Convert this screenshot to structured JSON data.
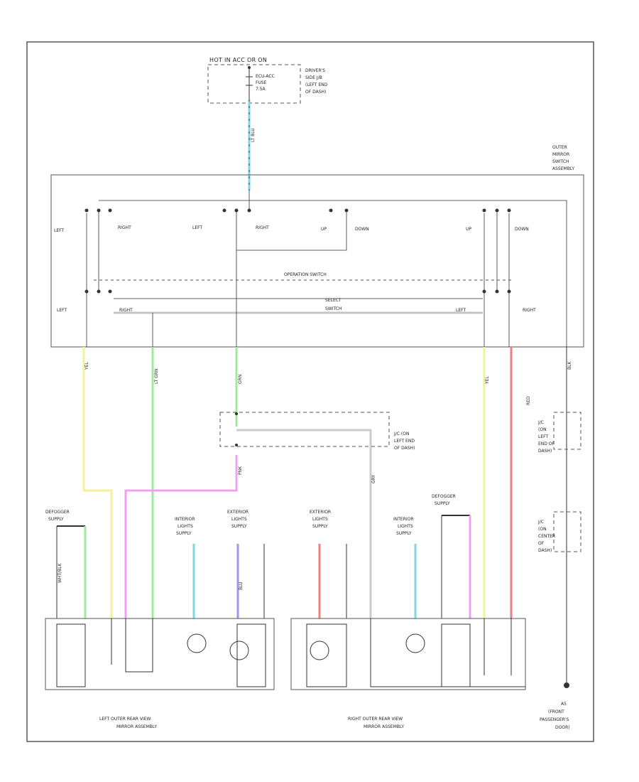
{
  "power_box": {
    "title": "HOT IN ACC OR ON",
    "fuse_lines": [
      "ECU-ACC",
      "FUSE",
      "7.5A"
    ],
    "location_lines": [
      "DRIVER'S",
      "SIDE J/B",
      "(LEFT END",
      "OF DASH)"
    ]
  },
  "switch_assembly": {
    "title_lines": [
      "OUTER",
      "MIRROR",
      "SWITCH",
      "ASSEMBLY"
    ],
    "top_labels": [
      "LEFT",
      "RIGHT",
      "LEFT",
      "RIGHT",
      "UP",
      "DOWN",
      "UP",
      "DOWN"
    ],
    "operation_switch": "OPERATION SWITCH",
    "select_switch_lines": [
      "SELECT",
      "SWITCH"
    ],
    "bottom_labels": [
      "LEFT",
      "RIGHT",
      "LEFT",
      "RIGHT"
    ]
  },
  "wire_codes": [
    "YEL",
    "LT GRN",
    "GRN",
    "YEL",
    "RED",
    "BLK",
    "PNK",
    "WHT/BLK",
    "BLU",
    "LT BLU",
    "GRY"
  ],
  "junction_left": [
    "J/C (ON",
    "LEFT END",
    "OF DASH)"
  ],
  "junction_right": [
    "J/C",
    "(ON",
    "LEFT",
    "END OF",
    "DASH)"
  ],
  "junction_center": [
    "J/C",
    "(ON",
    "CENTER",
    "OF",
    "DASH)"
  ],
  "supply_labels": [
    [
      "DEFOGGER",
      "SUPPLY"
    ],
    [
      "INTERIOR",
      "LIGHTS",
      "SUPPLY"
    ],
    [
      "EXTERIOR",
      "LIGHTS",
      "SUPPLY"
    ],
    [
      "EXTERIOR",
      "LIGHTS",
      "SUPPLY"
    ],
    [
      "INTERIOR",
      "LIGHTS",
      "SUPPLY"
    ],
    [
      "DEFOGGER",
      "SUPPLY"
    ]
  ],
  "component_labels": {
    "left_mirror": [
      "LEFT OUTER REAR VIEW",
      "MIRROR ASSEMBLY"
    ],
    "right_mirror": [
      "RIGHT OUTER REAR VIEW",
      "MIRROR ASSEMBLY"
    ],
    "ground": [
      "A5",
      "(FRONT",
      "PASSENGER'S",
      "DOOR)"
    ]
  },
  "colors": {
    "wire": "#333333",
    "ltblu": "#7fd6e0",
    "yel": "#f2f29a",
    "ltgrn": "#9fe89f",
    "pnk": "#f0a0f0",
    "red": "#ef7f7f",
    "blu": "#9a9ae8",
    "gry": "#cccccc"
  }
}
